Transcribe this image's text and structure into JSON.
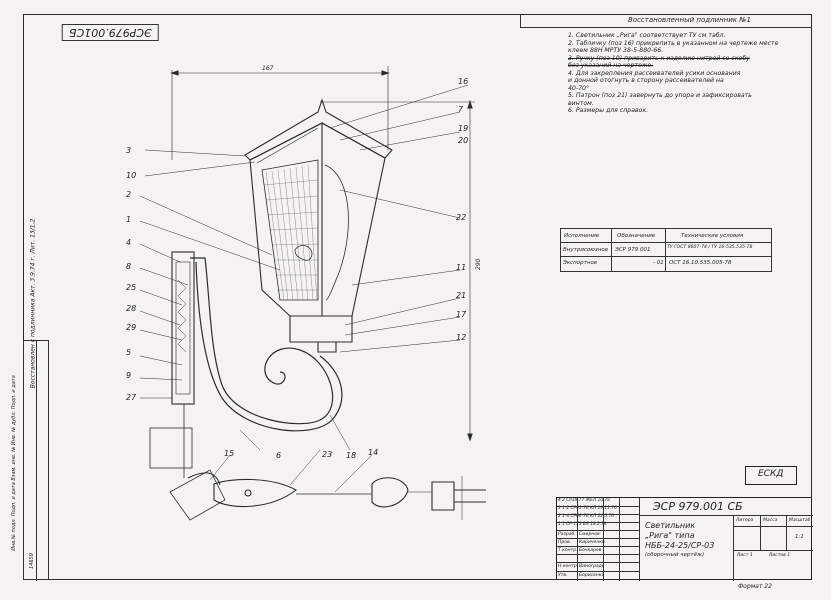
{
  "header": {
    "top_stamp": "ЭСР979.001СБ",
    "top_right_note": "Восстановленный подлинник №1"
  },
  "notes": [
    "1. Светильник „Рига\" соответствует ТУ см табл.",
    "2. Табличку (поз 16) прикрепить в указанном на чертеже месте",
    "   клеем 88Н МРТУ 38-5-880-66.",
    "3. Ручку (поз 10) приварить к изделию нитрой со скобу",
    "   без указаний на чертеже.",
    "4. Для закрепления рассеивателей усики основания",
    "   и донной отогнуть в сторону рассеивателей на",
    "   40-70°",
    "5. Патрон (поз 21) завернуть до упора и зафиксировать",
    "   винтом.",
    "6. Размеры для справок."
  ],
  "exec_table": {
    "headers": [
      "Исполнение",
      "Обозначение",
      "Технические условия"
    ],
    "rows": [
      [
        "Внутрисоюзное",
        "ЭСР 979 001",
        "ТУ ГОСТ 8607-74 / ТУ 16-535.535-78"
      ],
      [
        "Экспортное",
        "- 01",
        "ОСТ 16.10.535.005-78"
      ]
    ]
  },
  "dimensions": {
    "width": "167",
    "height": "290"
  },
  "callouts": [
    "16",
    "7",
    "19",
    "20",
    "3",
    "10",
    "2",
    "22",
    "1",
    "4",
    "8",
    "11",
    "25",
    "28",
    "21",
    "17",
    "29",
    "12",
    "5",
    "9",
    "27",
    "6",
    "23",
    "18",
    "14",
    "15"
  ],
  "ecka": "ЕСКД",
  "title_block": {
    "doc_number": "ЭСР 979.001 СБ",
    "product_line1": "Светильник",
    "product_line2": "„Рига\" типа",
    "product_line3": "НББ-24-25/СР-03",
    "product_line4": "(сборочный чертёж)",
    "col_headers": [
      "Литера",
      "Масса",
      "Масштаб"
    ],
    "scale": "1:1",
    "sheet": "Лист 1",
    "sheets": "Листов 1",
    "roles": [
      "Разраб.",
      "Пров.",
      "Т.контр.",
      "Н.контр.",
      "Утв."
    ],
    "names": [
      "Смирнов",
      "Кириченко",
      "Бочкарев",
      "Виноградь",
      "Борисенко"
    ],
    "changes": [
      "4  2  СР38-77  ЖЕЛ  10.78",
      "3  1-2  СР93-76  КЛ  19.11.76",
      "2  1-4  СР66-76  КЛ  22.5.76",
      "1  1  СР-175  ВЯ  18.2.74"
    ],
    "format": "Формат 22"
  },
  "side_stamps": {
    "rotated_note": "Восстановлен с подлинника Акт. 3.9.74 г. Лит. 13/1,2",
    "inv_left": "Инв.№ подл. Подп. и дата Взам. инв. № Инв. № дубл. Подп. и дата",
    "inv_num": "14659"
  }
}
